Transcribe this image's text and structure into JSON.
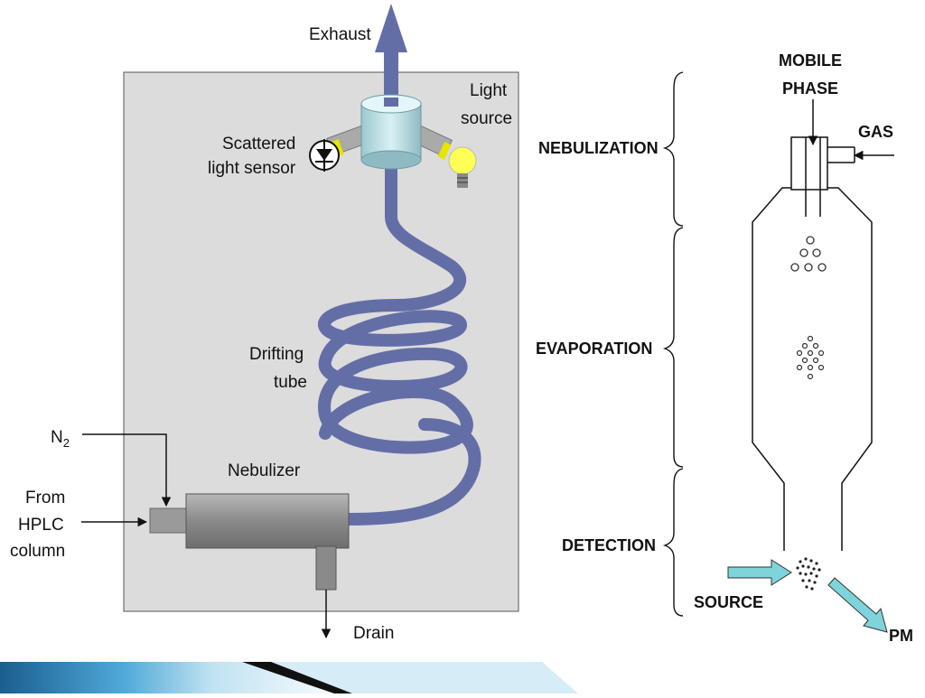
{
  "left_diagram": {
    "exhaust": "Exhaust",
    "light_source": [
      "Light",
      "source"
    ],
    "scattered_sensor": [
      "Scattered",
      "light sensor"
    ],
    "drifting_tube": [
      "Drifting",
      "tube"
    ],
    "nebulizer": "Nebulizer",
    "n2": "N",
    "n2_sub": "2",
    "from_hplc": [
      "From",
      "HPLC",
      "column"
    ],
    "drain": "Drain"
  },
  "right_diagram": {
    "mobile_phase": [
      "MOBILE",
      "PHASE"
    ],
    "gas": "GAS",
    "nebulization": "NEBULIZATION",
    "evaporation": "EVAPORATION",
    "detection": "DETECTION",
    "source": "SOURCE",
    "pm": "PM"
  },
  "colors": {
    "tube": "#646ea6",
    "panel": "#dcdcdc",
    "arrow_cyan": "#7fd3db",
    "footer_blue": "#1e6fa5"
  }
}
